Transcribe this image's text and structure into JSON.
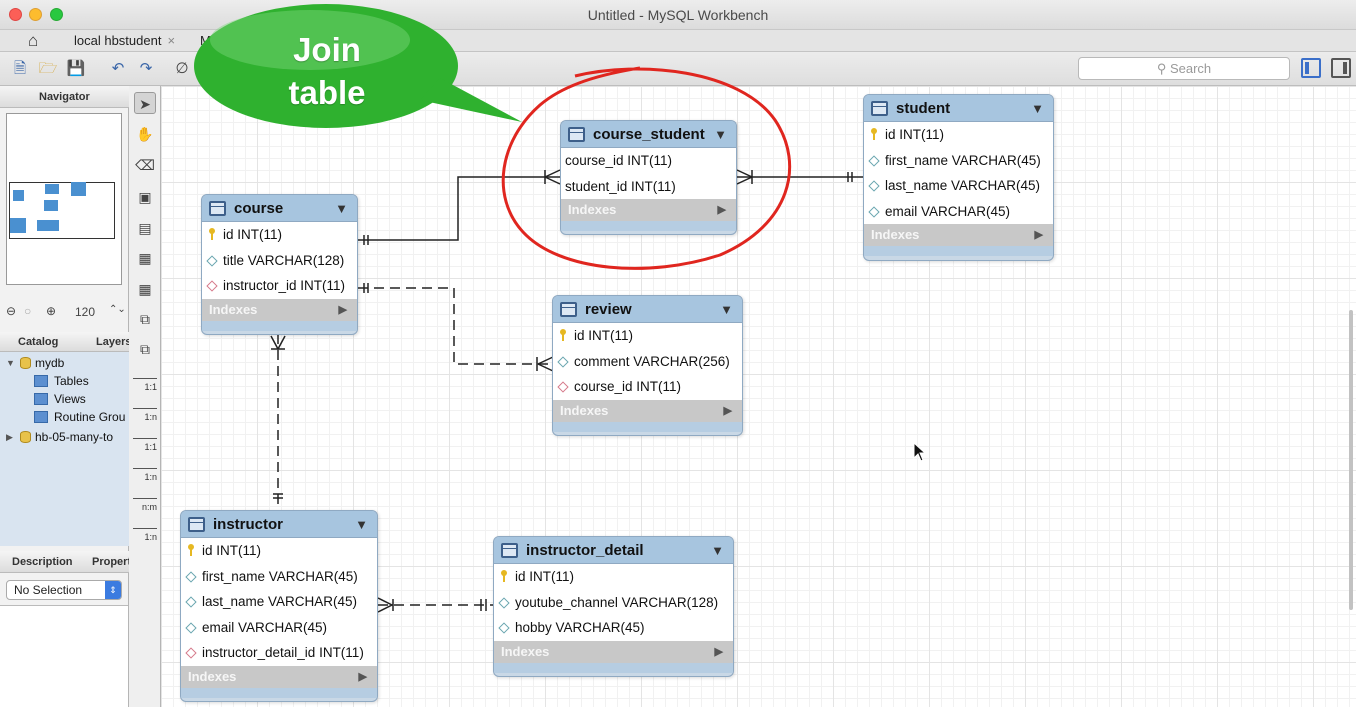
{
  "window": {
    "title": "Untitled - MySQL Workbench"
  },
  "tabs": [
    {
      "label": "local hbstudent",
      "close": "×"
    },
    {
      "label": "M"
    }
  ],
  "toolbar": {
    "search_placeholder": "Search",
    "search_icon": "magnifier-icon"
  },
  "navigator": {
    "title": "Navigator",
    "zoom": "120",
    "zoom_stepper": "⌃⌄"
  },
  "catalog": {
    "tab_catalog": "Catalog",
    "tab_layers": "Layers",
    "tree": [
      {
        "label": "mydb",
        "type": "schema",
        "expanded": true
      },
      {
        "label": "Tables",
        "type": "folder"
      },
      {
        "label": "Views",
        "type": "folder"
      },
      {
        "label": "Routine Grou",
        "type": "folder"
      },
      {
        "label": "hb-05-many-to",
        "type": "schema",
        "expanded": false
      }
    ]
  },
  "properties": {
    "tab_description": "Description",
    "tab_properties": "Propert",
    "selection": "No Selection"
  },
  "tools": {
    "rel_1_1_id": "1:1",
    "rel_1_n_id": "1:n",
    "rel_1_1": "1:1",
    "rel_1_n": "1:n",
    "rel_n_m": "n:m",
    "rel_1_n_existing": "1:n"
  },
  "callout": {
    "line1": "Join",
    "line2": "table",
    "color": "#2fb12f"
  },
  "tables": {
    "course": {
      "name": "course",
      "columns": [
        {
          "text": "id INT(11)",
          "kind": "pk"
        },
        {
          "text": "title VARCHAR(128)",
          "kind": "col"
        },
        {
          "text": "instructor_id INT(11)",
          "kind": "fk"
        }
      ],
      "indexes": "Indexes"
    },
    "course_student": {
      "name": "course_student",
      "columns": [
        {
          "text": "course_id INT(11)",
          "kind": "pk"
        },
        {
          "text": "student_id INT(11)",
          "kind": "pk"
        }
      ],
      "indexes": "Indexes"
    },
    "student": {
      "name": "student",
      "columns": [
        {
          "text": "id INT(11)",
          "kind": "pk"
        },
        {
          "text": "first_name VARCHAR(45)",
          "kind": "col"
        },
        {
          "text": "last_name VARCHAR(45)",
          "kind": "col"
        },
        {
          "text": "email VARCHAR(45)",
          "kind": "col"
        }
      ],
      "indexes": "Indexes"
    },
    "review": {
      "name": "review",
      "columns": [
        {
          "text": "id INT(11)",
          "kind": "pk"
        },
        {
          "text": "comment VARCHAR(256)",
          "kind": "col"
        },
        {
          "text": "course_id INT(11)",
          "kind": "fk"
        }
      ],
      "indexes": "Indexes"
    },
    "instructor": {
      "name": "instructor",
      "columns": [
        {
          "text": "id INT(11)",
          "kind": "pk"
        },
        {
          "text": "first_name VARCHAR(45)",
          "kind": "col"
        },
        {
          "text": "last_name VARCHAR(45)",
          "kind": "col"
        },
        {
          "text": "email VARCHAR(45)",
          "kind": "col"
        },
        {
          "text": "instructor_detail_id INT(11)",
          "kind": "fk"
        }
      ],
      "indexes": "Indexes"
    },
    "instructor_detail": {
      "name": "instructor_detail",
      "columns": [
        {
          "text": "id INT(11)",
          "kind": "pk"
        },
        {
          "text": "youtube_channel VARCHAR(128)",
          "kind": "col"
        },
        {
          "text": "hobby VARCHAR(45)",
          "kind": "col"
        }
      ],
      "indexes": "Indexes"
    }
  },
  "colors": {
    "entity_header": "#a7c5df",
    "annotation_circle": "#e0261f",
    "accent_blue": "#3b7be0"
  }
}
